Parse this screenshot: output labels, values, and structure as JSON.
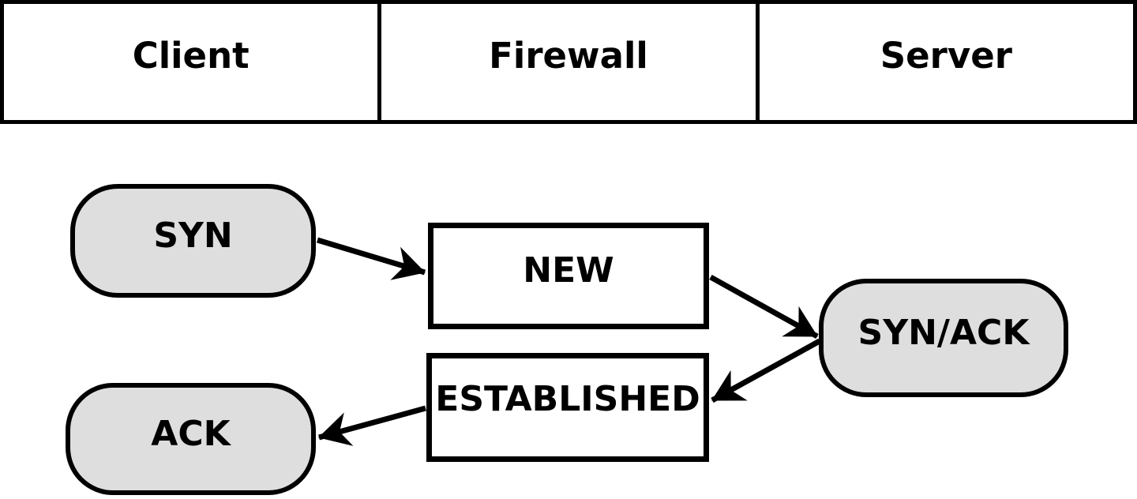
{
  "colors": {
    "background": "#ffffff",
    "stroke": "#000000",
    "packet_node_fill": "#dedede",
    "state_node_fill": "#ffffff"
  },
  "header": {
    "columns": [
      {
        "label": "Client"
      },
      {
        "label": "Firewall"
      },
      {
        "label": "Server"
      }
    ]
  },
  "diagram": {
    "nodes": [
      {
        "id": "syn",
        "label": "SYN",
        "lane": "Client",
        "shape": "rounded"
      },
      {
        "id": "new",
        "label": "NEW",
        "lane": "Firewall",
        "shape": "box"
      },
      {
        "id": "synack",
        "label": "SYN/ACK",
        "lane": "Server",
        "shape": "rounded"
      },
      {
        "id": "established",
        "label": "ESTABLISHED",
        "lane": "Firewall",
        "shape": "box"
      },
      {
        "id": "ack",
        "label": "ACK",
        "lane": "Client",
        "shape": "rounded"
      }
    ],
    "edges": [
      {
        "from": "SYN",
        "to": "NEW"
      },
      {
        "from": "NEW",
        "to": "SYN/ACK"
      },
      {
        "from": "SYN/ACK",
        "to": "ESTABLISHED"
      },
      {
        "from": "ESTABLISHED",
        "to": "ACK"
      }
    ]
  }
}
